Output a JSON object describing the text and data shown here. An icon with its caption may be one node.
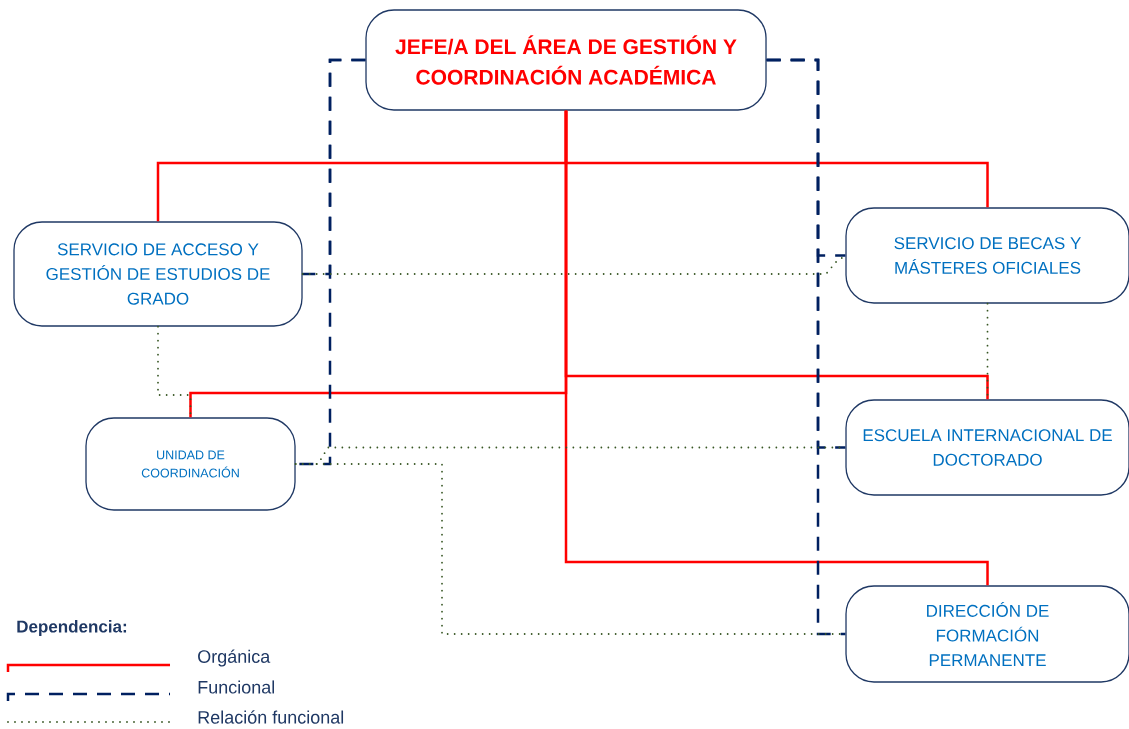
{
  "diagram": {
    "nodes": [
      {
        "text": [
          "JEFE/A DEL ÁREA DE GESTIÓN Y COORDINACIÓN ACADÉMICA"
        ]
      },
      {
        "text": [
          "SERVICIO DE ACCESO Y GESTIÓN DE ESTUDIOS DE GRADO"
        ]
      },
      {
        "text": [
          "SERVICIO DE BECAS Y MÁSTERES OFICIALES"
        ]
      },
      {
        "text": [
          "UNIDAD DE COORDINACIÓN"
        ]
      },
      {
        "text": [
          "ESCUELA INTERNACIONAL DE DOCTORADO"
        ]
      },
      {
        "text": [
          "DIRECCIÓN DE FORMACIÓN PERMANENTE"
        ]
      }
    ],
    "edges": [
      {
        "from": 0,
        "to": 1,
        "arrow": "none",
        "color": "#ff0000"
      },
      {
        "from": 0,
        "to": 2,
        "arrow": "none",
        "color": "#ff0000"
      },
      {
        "from": 0,
        "to": 3,
        "arrow": "none",
        "color": "#ff0000"
      },
      {
        "from": 0,
        "to": 4,
        "arrow": "none",
        "color": "#ff0000"
      },
      {
        "from": 0,
        "to": 5,
        "arrow": "none",
        "color": "#ff0000"
      },
      {
        "from": 0,
        "to": 1,
        "arrow": "none",
        "style": "dashed",
        "color": "#002060"
      },
      {
        "from": 0,
        "to": 3,
        "arrow": "none",
        "style": "dashed",
        "color": "#002060"
      },
      {
        "from": 0,
        "to": 2,
        "arrow": "none",
        "style": "dashed",
        "color": "#002060"
      },
      {
        "from": 0,
        "to": 4,
        "arrow": "none",
        "style": "dashed",
        "color": "#002060"
      },
      {
        "from": 0,
        "to": 5,
        "arrow": "none",
        "style": "dashed",
        "color": "#002060"
      },
      {
        "from": 1,
        "to": 2,
        "arrow": "none",
        "style": "dashed",
        "color": "#375623"
      },
      {
        "from": 1,
        "to": 3,
        "arrow": "none",
        "style": "dashed",
        "color": "#375623"
      },
      {
        "from": 2,
        "to": 4,
        "arrow": "none",
        "style": "dashed",
        "color": "#375623"
      },
      {
        "from": 3,
        "to": 4,
        "arrow": "none",
        "style": "dashed",
        "color": "#375623"
      },
      {
        "from": 3,
        "to": 5,
        "arrow": "none",
        "style": "dashed",
        "color": "#375623"
      }
    ],
    "labels": [
      "Dependencia:"
    ],
    "legend": [
      {
        "text": "Orgánica"
      },
      {
        "text": "Funcional"
      },
      {
        "text": "Relación funcional"
      }
    ]
  }
}
